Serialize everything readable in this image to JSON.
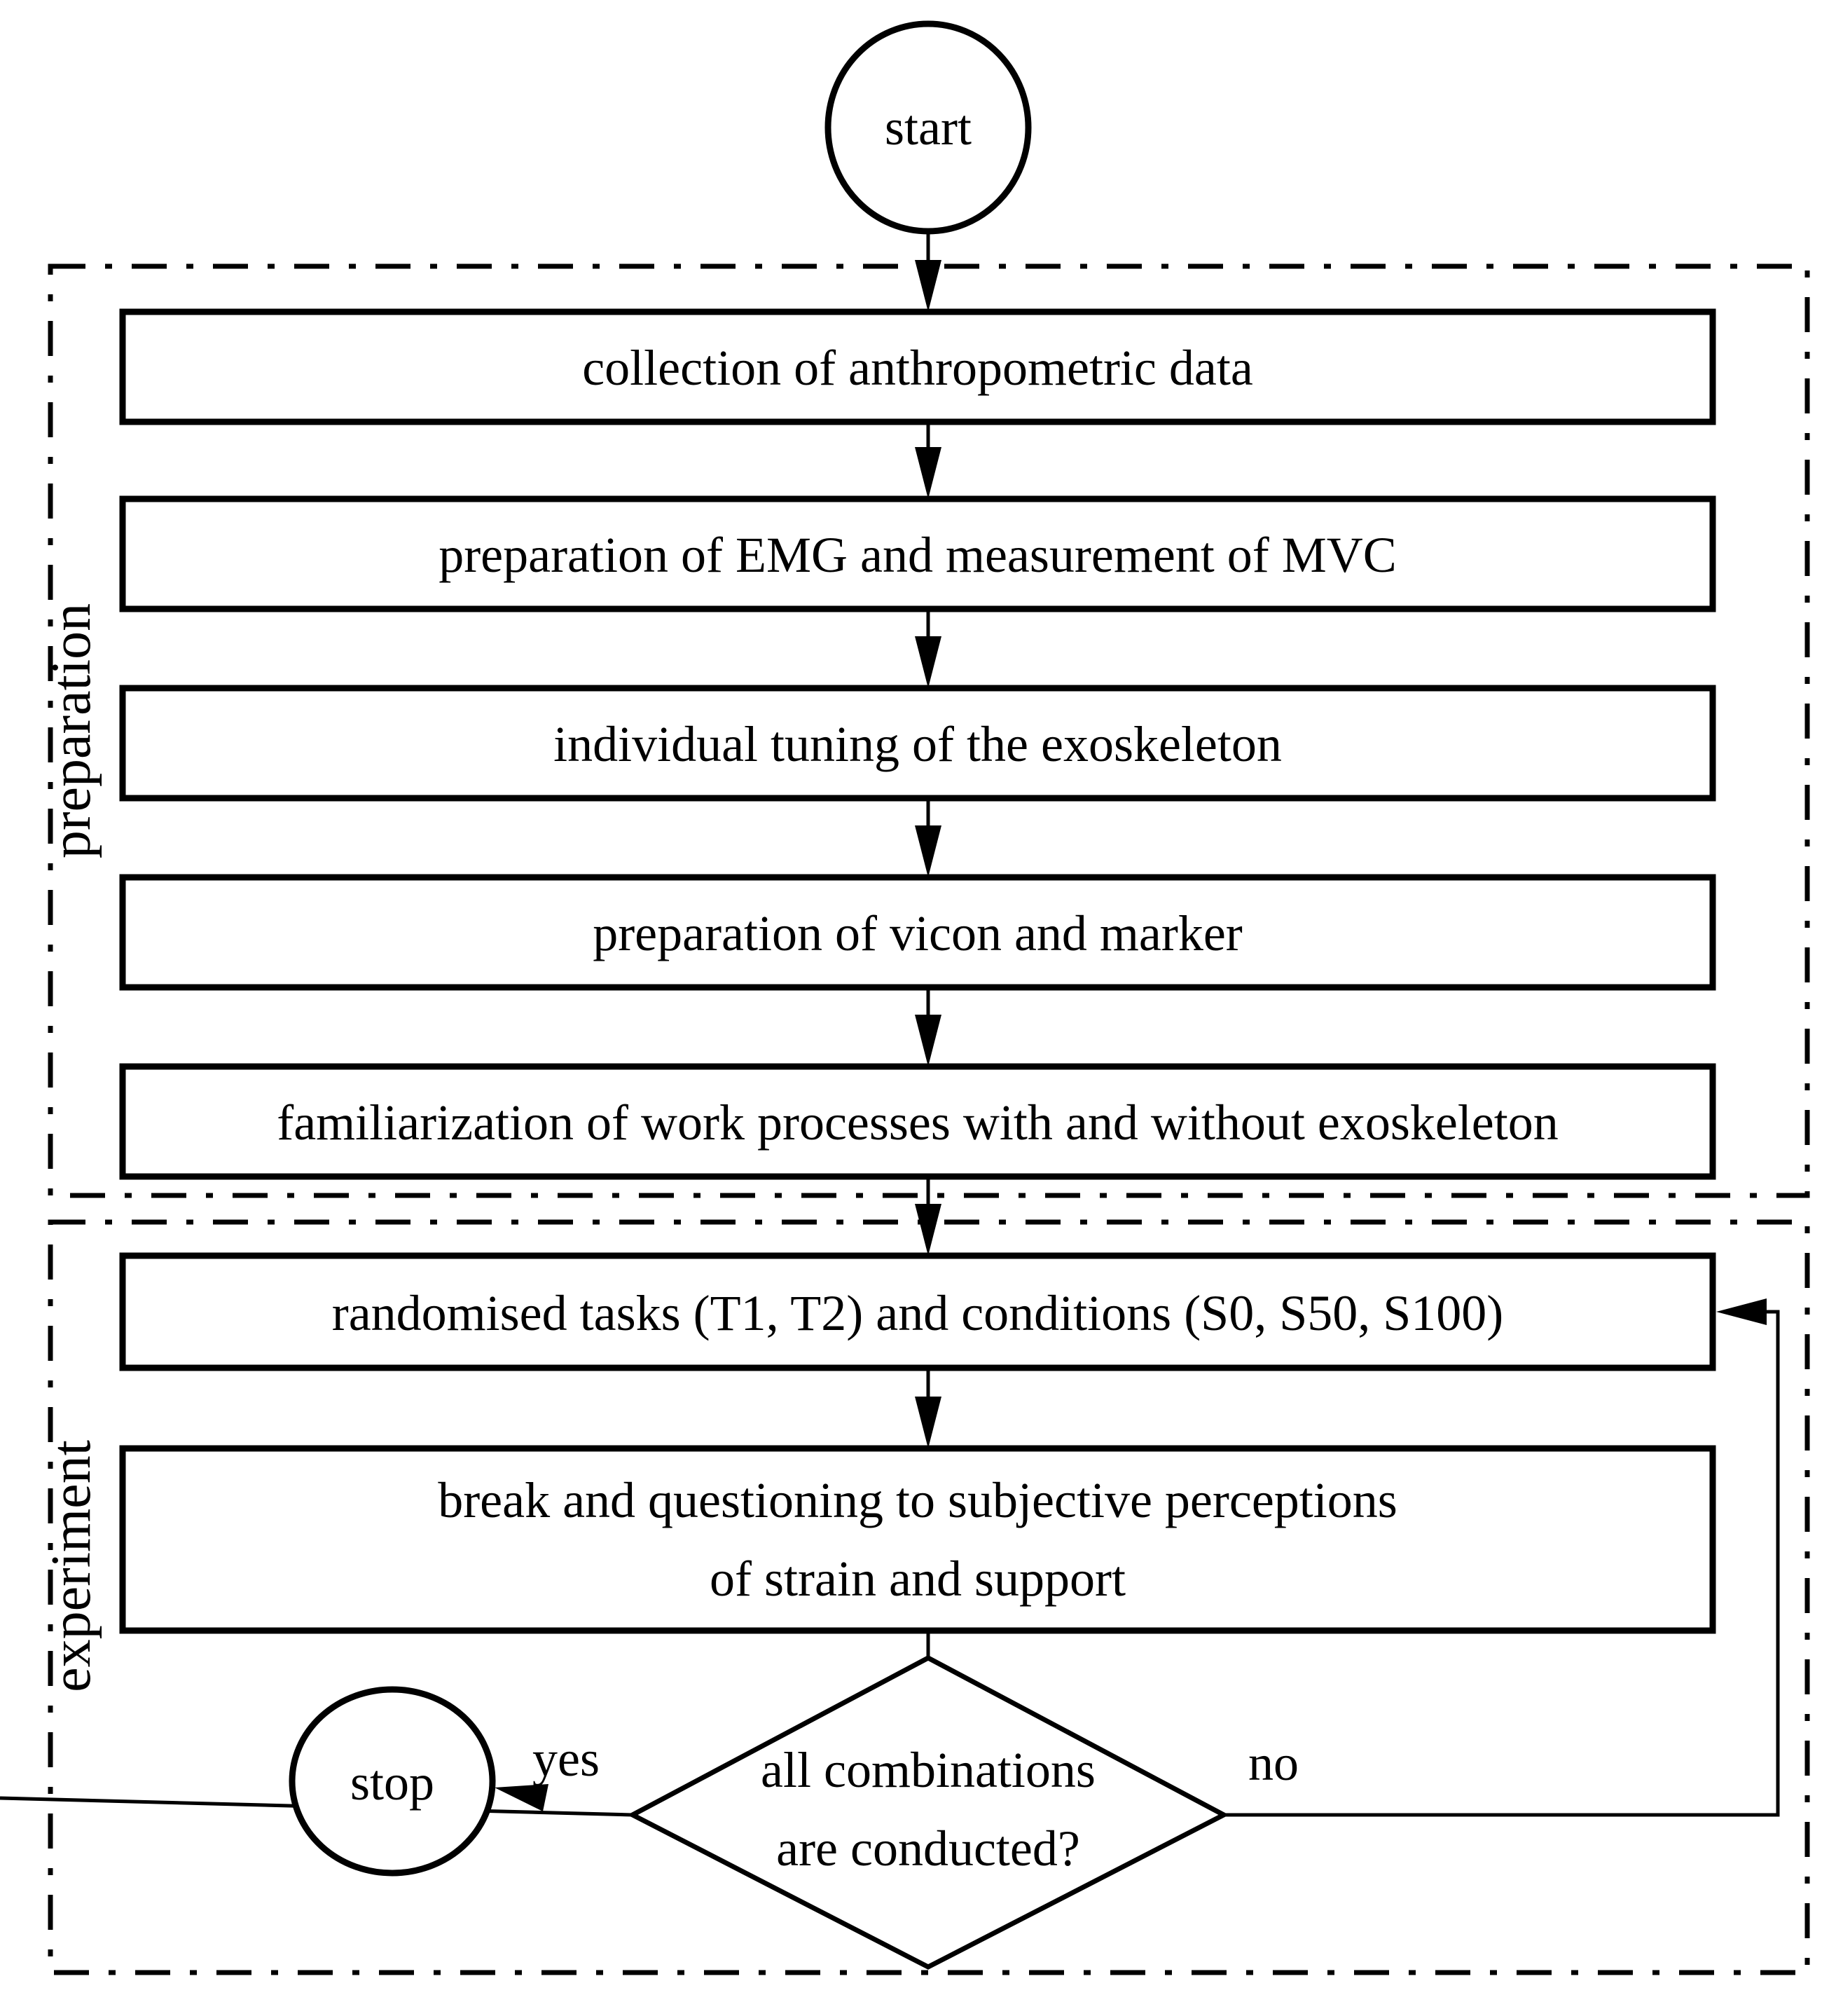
{
  "diagram": {
    "start_label": "start",
    "stop_label": "stop",
    "regions": {
      "preparation": "preparation",
      "experiment": "experiment"
    },
    "preparation_steps": [
      "collection of anthropometric data",
      "preparation of EMG and measurement of MVC",
      "individual tuning of the exoskeleton",
      "preparation of vicon and marker",
      "familiarization of work processes with and without exoskeleton"
    ],
    "experiment_steps": {
      "randomised_label": "randomised tasks (T1, T2) and conditions (S0, S50, S100)",
      "break_line1": "break and questioning to subjective perceptions",
      "break_line2": "of strain and support"
    },
    "decision": {
      "line1": "all combinations",
      "line2": "are conducted?",
      "yes_label": "yes",
      "no_label": "no"
    },
    "colors": {
      "ink": "#000000",
      "background": "#ffffff"
    }
  }
}
